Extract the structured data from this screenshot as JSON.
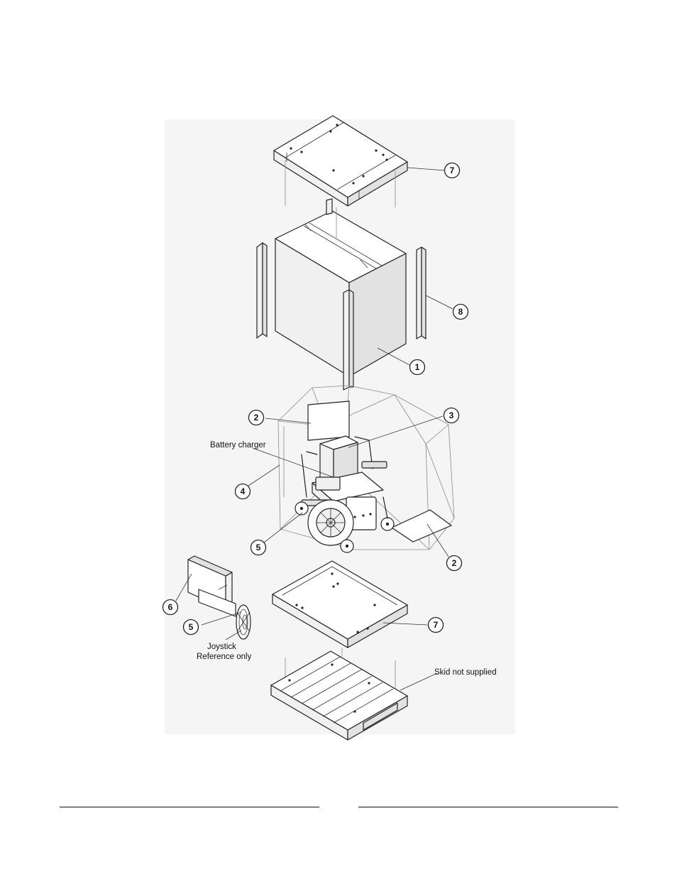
{
  "diagram": {
    "callouts": [
      {
        "id": "c7-top",
        "number": "7"
      },
      {
        "id": "c8",
        "number": "8"
      },
      {
        "id": "c1",
        "number": "1"
      },
      {
        "id": "c2-left",
        "number": "2"
      },
      {
        "id": "c3",
        "number": "3"
      },
      {
        "id": "c4",
        "number": "4"
      },
      {
        "id": "c5-chair",
        "number": "5"
      },
      {
        "id": "c2-right",
        "number": "2"
      },
      {
        "id": "c6",
        "number": "6"
      },
      {
        "id": "c5-joystick",
        "number": "5"
      },
      {
        "id": "c7-bottom",
        "number": "7"
      }
    ],
    "labels": {
      "battery_charger": "Battery charger",
      "joystick_line1": "Joystick",
      "joystick_line2": "Reference only",
      "skid": "Skid not supplied"
    }
  }
}
